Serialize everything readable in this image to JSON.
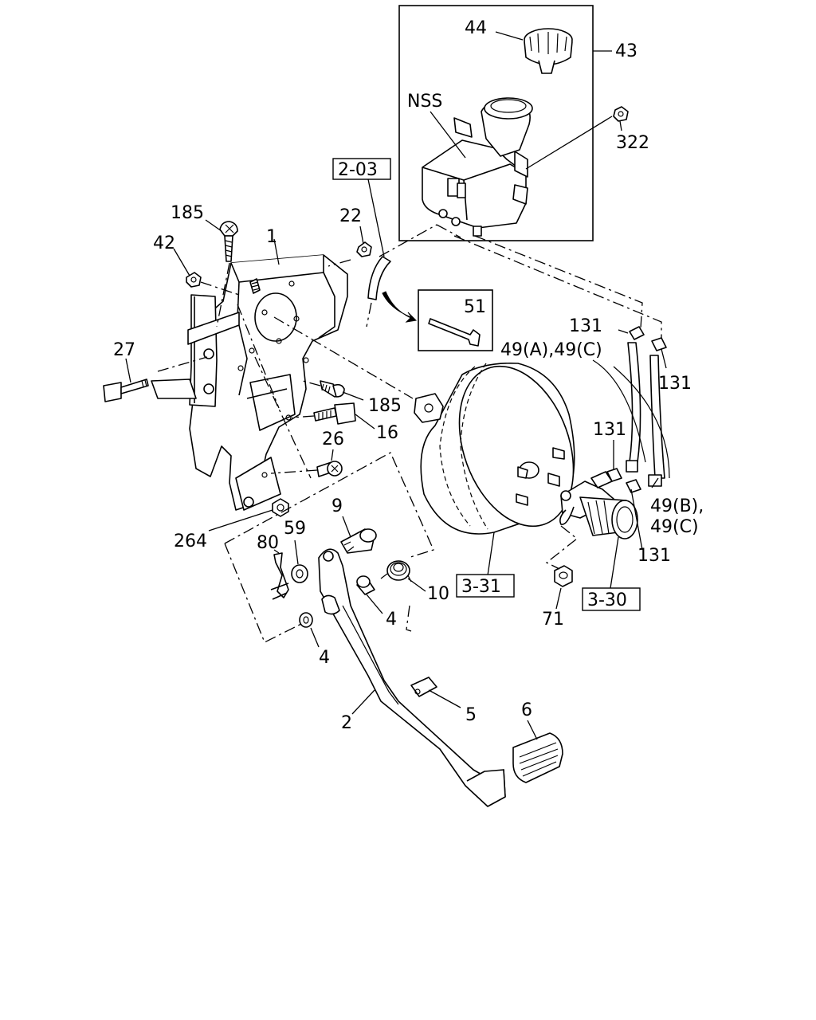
{
  "callouts": {
    "c44": "44",
    "c43": "43",
    "cNSS": "NSS",
    "c322": "322",
    "c185a": "185",
    "c22": "22",
    "c1": "1",
    "c42": "42",
    "c51": "51",
    "c131a": "131",
    "c49ac": "49(A),49(C)",
    "c131b": "131",
    "c27": "27",
    "c185b": "185",
    "c16": "16",
    "c26": "26",
    "c131c": "131",
    "c264": "264",
    "c80": "80",
    "c59": "59",
    "c9": "9",
    "c10": "10",
    "c4a": "4",
    "c4b": "4",
    "c49bc_1": "49(B),",
    "c49bc_2": "49(C)",
    "c131d": "131",
    "c71": "71",
    "c5": "5",
    "c2": "2",
    "c6": "6"
  },
  "references": {
    "r203": "2-03",
    "r331": "3-31",
    "r330": "3-30"
  }
}
